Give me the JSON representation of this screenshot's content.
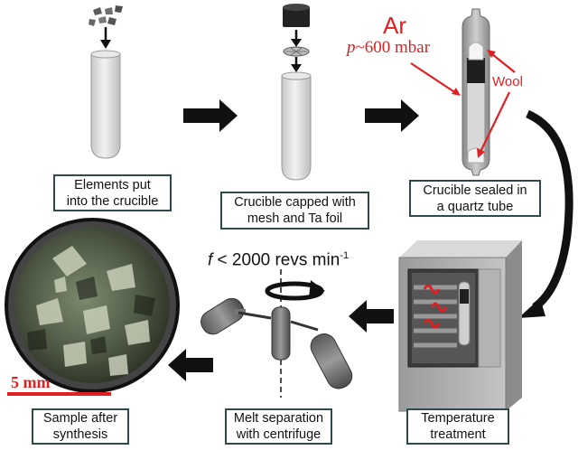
{
  "steps": {
    "elements": "Elements put\ninto the crucible",
    "capped": "Crucible capped with\nmesh and Ta foil",
    "sealed": "Crucible sealed in\na quartz tube",
    "temperature": "Temperature\ntreatment",
    "melt": "Melt separation\nwith centrifuge",
    "sample": "Sample after\nsynthesis"
  },
  "labels": {
    "gas": "Ar",
    "pressure_symbol": "p",
    "pressure_value": "~600 mbar",
    "wool": "Wool",
    "freq_symbol": "f",
    "freq_value": " < 2000 revs min",
    "freq_exp": "-1",
    "scale_bar": "5 mm"
  },
  "colors": {
    "annotation": "#e02020",
    "arrow": "#111111",
    "box_border": "#2f4a4a"
  },
  "icons": [
    "down-arrow-icon",
    "right-arrow-icon",
    "left-arrow-icon",
    "curved-arrow-icon",
    "rotation-arrow-icon"
  ]
}
